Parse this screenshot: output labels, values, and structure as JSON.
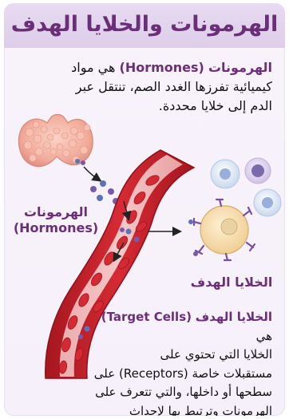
{
  "title": "الهرمونات والخلايا الهدف",
  "hormones_paragraph": {
    "term": "الهرمونات",
    "term_english": "(Hormones)",
    "line1_rest": " هي مواد",
    "line2": "كيميائية تفرزها الغدد الصم، تنتقل عبر",
    "line3": "الدم إلى خلايا محددة."
  },
  "label_hormones": {
    "arabic": "الهرمونات",
    "english": "(Hormones)"
  },
  "label_target_cells": "الخلايا الهدف",
  "target_paragraph": {
    "term": "الخلايا الهدف",
    "term_english": "(Target Cells)",
    "line1_rest": " هي",
    "line2": "الخلايا التي تحتوي على",
    "line3": "مستقبلات خاصة (Receptors) على",
    "line4": "سطحها أو داخلها، والتي تتعرف على",
    "line5": "الهرمونات وترتبط بها لإحداث استجابة."
  },
  "icons": {
    "gland": "thyroid-gland-icon",
    "vessel": "blood-vessel-icon",
    "target_cell": "target-cell-icon"
  },
  "colors": {
    "title_purple": "#6b2f78",
    "header_bg": "#e3d4ee",
    "vessel_red": "#c8202a",
    "rbc_red": "#d42a34",
    "hormone_blue": "#5b73b8",
    "target_cell_fill": "#f6dfb4",
    "receptor_purple": "#7a4ea0"
  }
}
